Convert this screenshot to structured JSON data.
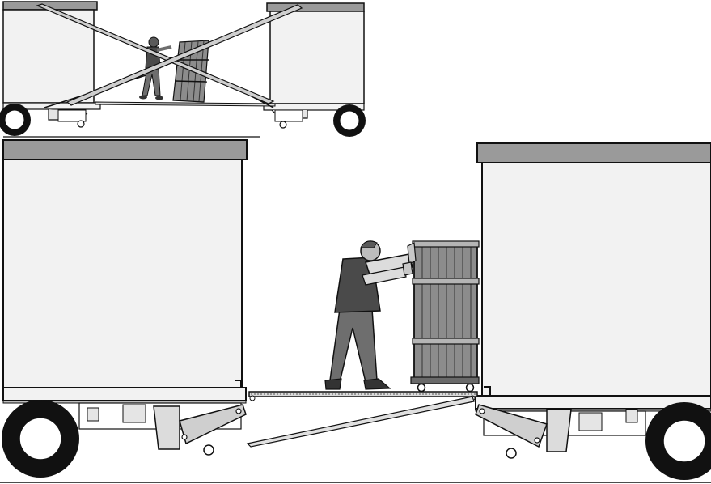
{
  "illustration": {
    "panels": [
      "do-not-do",
      "correct-procedure"
    ],
    "warning_mark": "cross-out",
    "colors": {
      "trailer_wall": "#f2f2f2",
      "trailer_roof": "#9a9a9a",
      "outline": "#111111",
      "worker_clothing": "#6e6e6e",
      "worker_vest": "#4a4a4a",
      "crate": "#8c8c8c",
      "tire": "#111111",
      "background": "#ffffff"
    }
  }
}
